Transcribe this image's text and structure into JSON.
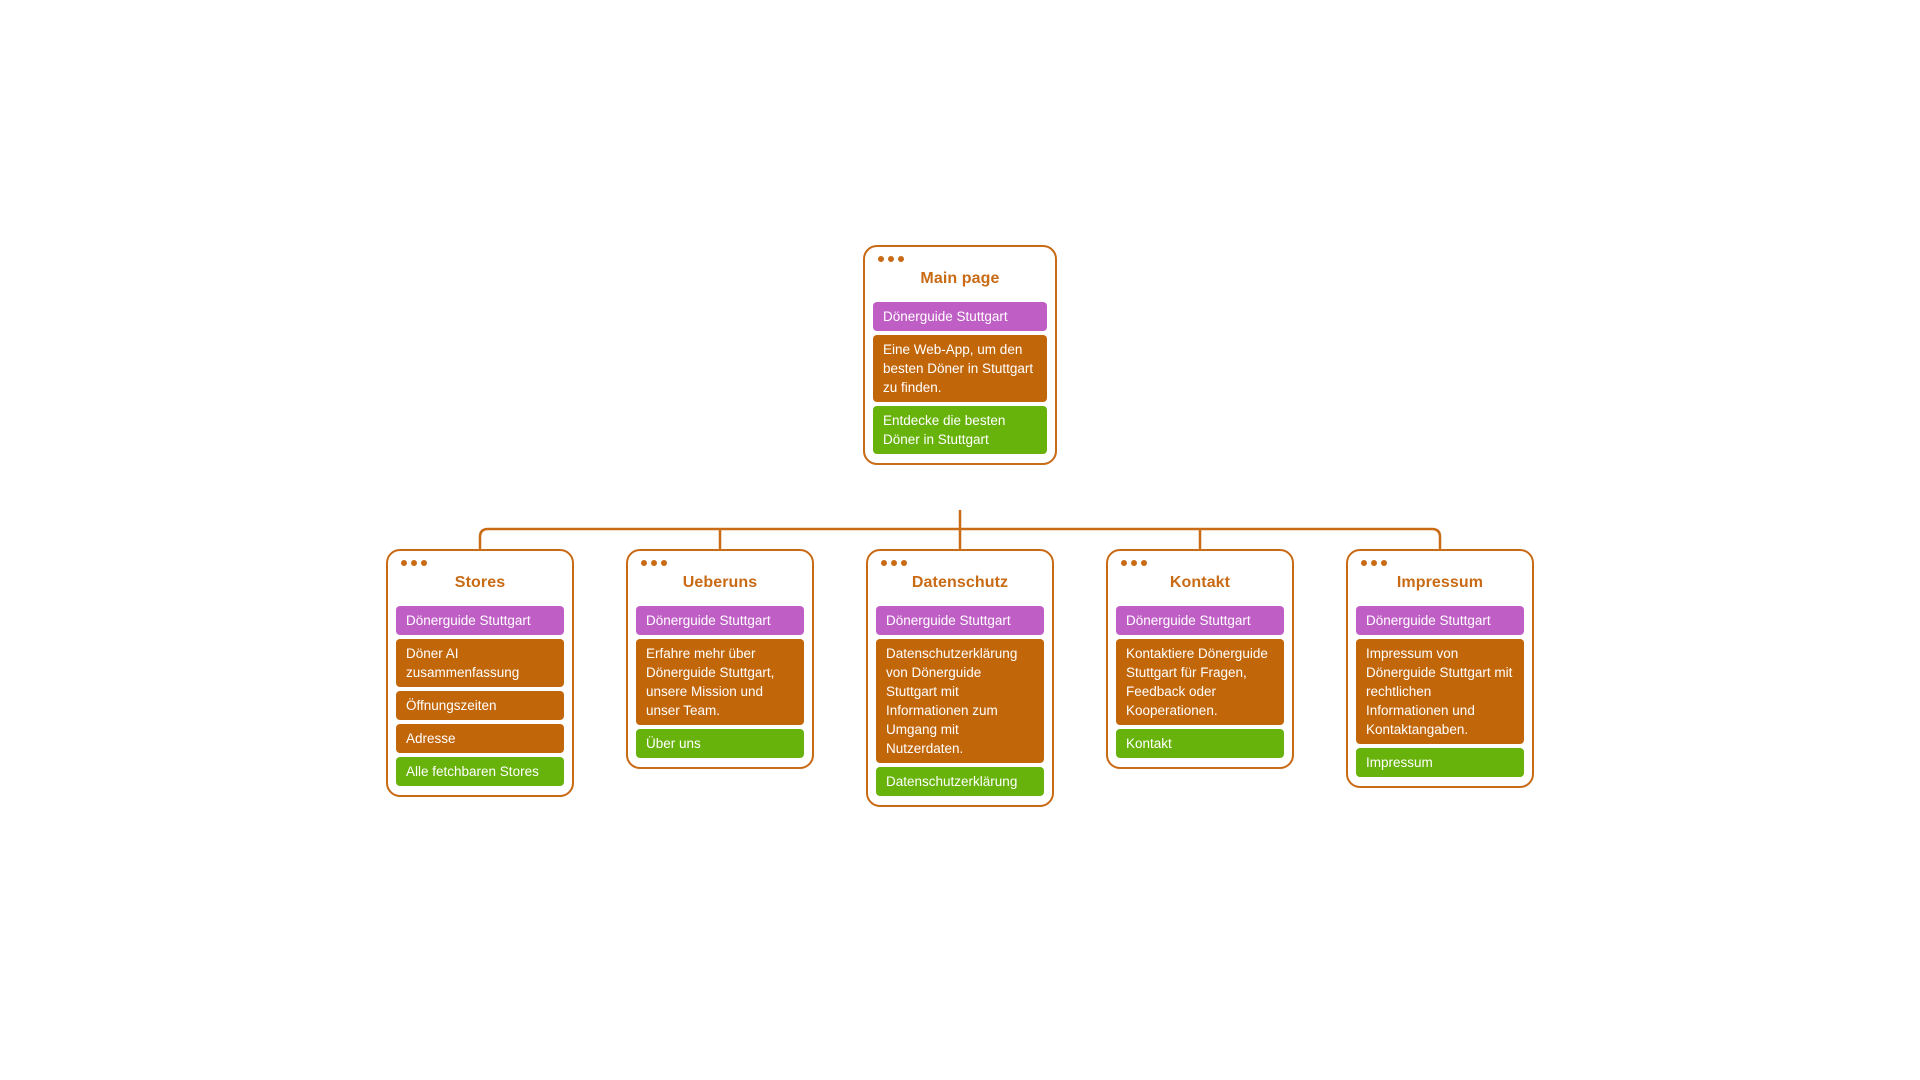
{
  "diagram": {
    "colors": {
      "accent": "#C96A15",
      "purple": "#BF5EC4",
      "orange": "#C2660A",
      "green": "#68B30B"
    },
    "nodes": [
      {
        "id": "main",
        "title": "Main page",
        "blocks": [
          {
            "color": "purple",
            "text": "Dönerguide Stuttgart"
          },
          {
            "color": "orange",
            "text": "Eine Web-App, um den besten Döner in Stuttgart zu finden."
          },
          {
            "color": "green",
            "text": "Entdecke die besten Döner in Stuttgart"
          }
        ]
      },
      {
        "id": "stores",
        "title": "Stores",
        "blocks": [
          {
            "color": "purple",
            "text": "Dönerguide Stuttgart"
          },
          {
            "color": "orange",
            "text": "Döner AI zusammenfassung"
          },
          {
            "color": "orange",
            "text": "Öffnungszeiten"
          },
          {
            "color": "orange",
            "text": "Adresse"
          },
          {
            "color": "green",
            "text": "Alle fetchbaren Stores"
          }
        ]
      },
      {
        "id": "ueberuns",
        "title": "Ueberuns",
        "blocks": [
          {
            "color": "purple",
            "text": "Dönerguide Stuttgart"
          },
          {
            "color": "orange",
            "text": "Erfahre mehr über Dönerguide Stuttgart, unsere Mission und unser Team."
          },
          {
            "color": "green",
            "text": "Über uns"
          }
        ]
      },
      {
        "id": "datenschutz",
        "title": "Datenschutz",
        "blocks": [
          {
            "color": "purple",
            "text": "Dönerguide Stuttgart"
          },
          {
            "color": "orange",
            "text": "Datenschutzerklärung von Dönerguide Stuttgart mit Informationen zum Umgang mit Nutzerdaten."
          },
          {
            "color": "green",
            "text": "Datenschutzerklärung"
          }
        ]
      },
      {
        "id": "kontakt",
        "title": "Kontakt",
        "blocks": [
          {
            "color": "purple",
            "text": "Dönerguide Stuttgart"
          },
          {
            "color": "orange",
            "text": "Kontaktiere Dönerguide Stuttgart für Fragen, Feedback oder Kooperationen."
          },
          {
            "color": "green",
            "text": "Kontakt"
          }
        ]
      },
      {
        "id": "impressum",
        "title": "Impressum",
        "blocks": [
          {
            "color": "purple",
            "text": "Dönerguide Stuttgart"
          },
          {
            "color": "orange",
            "text": "Impressum von Dönerguide Stuttgart mit rechtlichen Informationen und Kontaktangaben."
          },
          {
            "color": "green",
            "text": "Impressum"
          }
        ]
      }
    ]
  }
}
